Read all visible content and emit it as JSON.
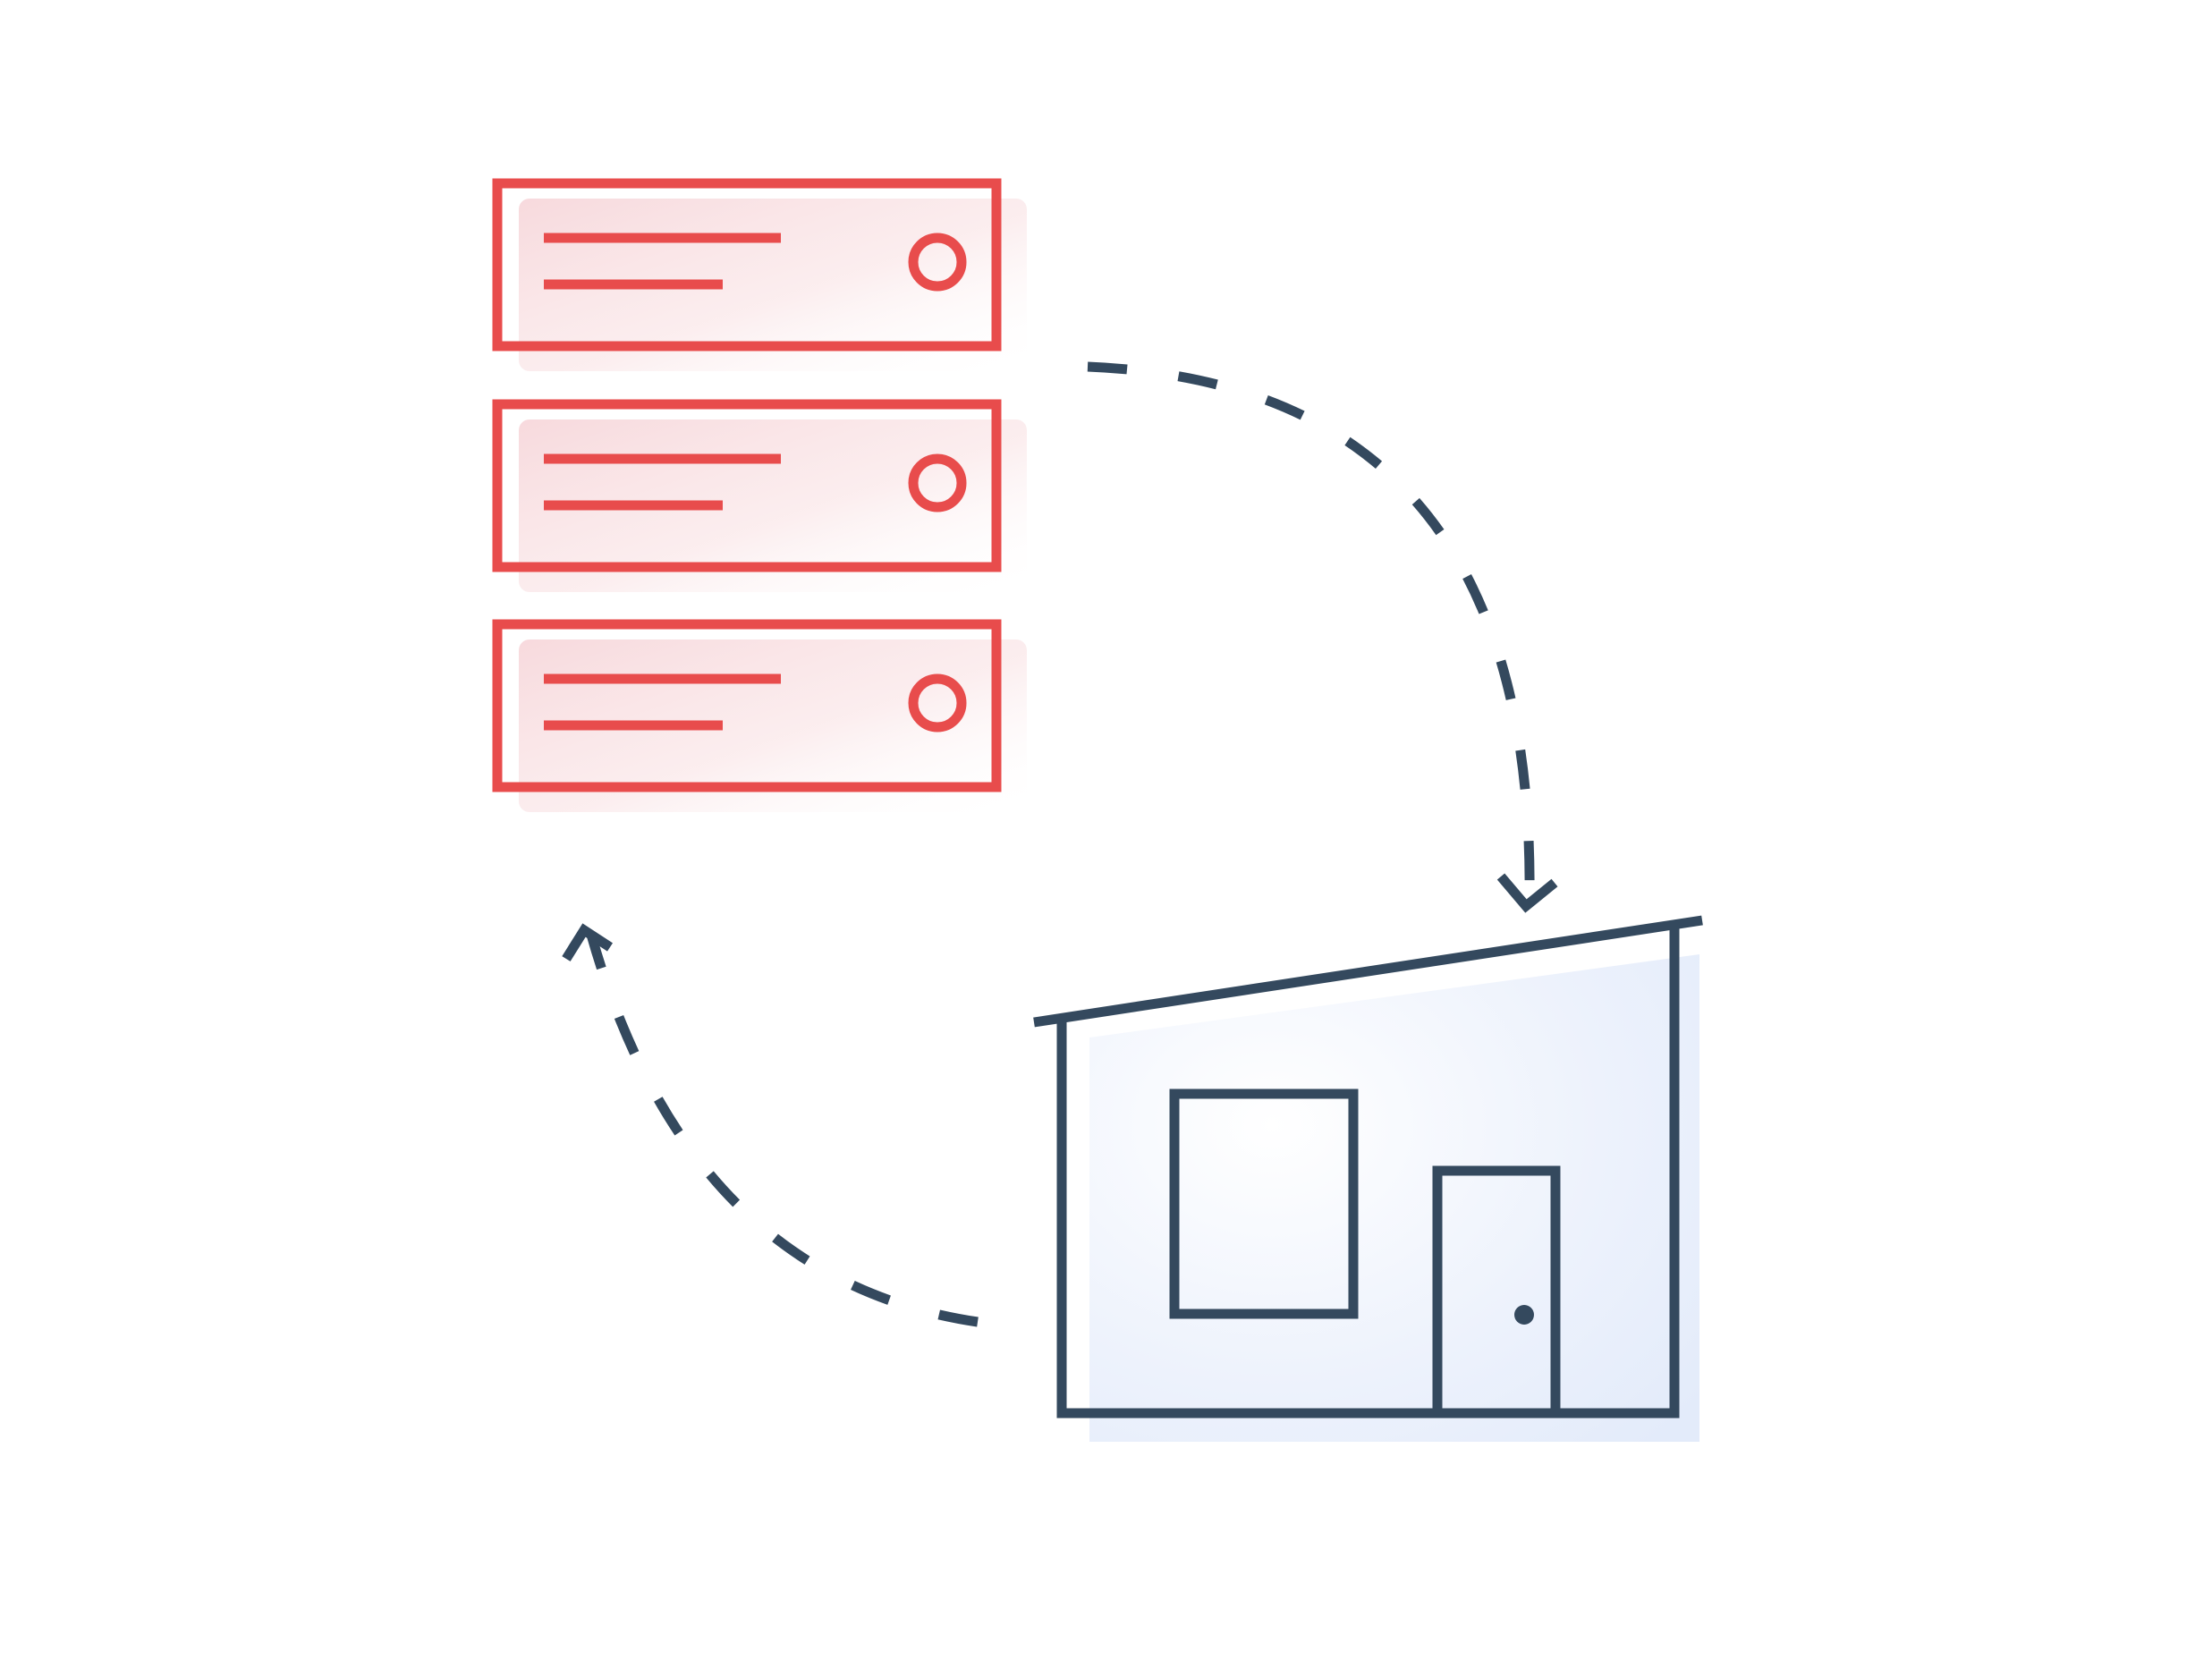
{
  "colors": {
    "background": "#ffffff",
    "server_stroke": "#e84c4c",
    "server_fill": "#f8dcdf",
    "building_stroke": "#34495e",
    "building_fill": "#e6eefb",
    "arrow_stroke": "#34495e"
  },
  "icons": {
    "servers": "server-rack-icon",
    "building": "building-icon",
    "arrow_to_building": "dashed-arrow-down-icon",
    "arrow_to_servers": "dashed-arrow-up-icon"
  },
  "servers": [
    {
      "unit": 1
    },
    {
      "unit": 2
    },
    {
      "unit": 3
    }
  ]
}
